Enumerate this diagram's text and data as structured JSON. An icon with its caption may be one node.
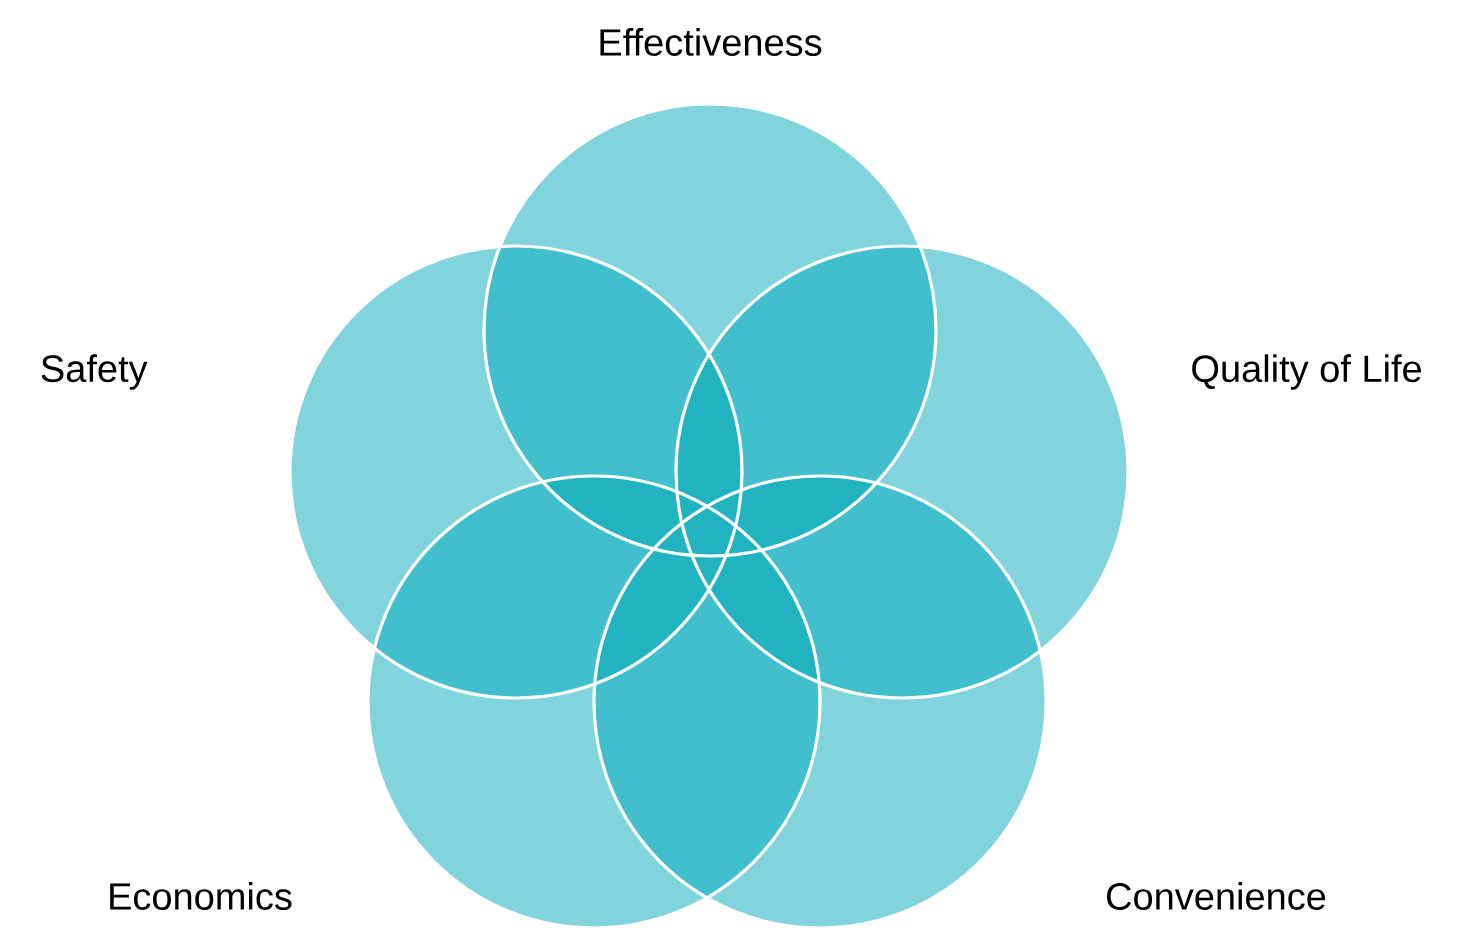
{
  "diagram": {
    "nodes": [
      {
        "text": [
          "Effectiveness"
        ]
      },
      {
        "text": [
          "Safety"
        ]
      },
      {
        "text": [
          "Quality of Life"
        ]
      },
      {
        "text": [
          "Economics"
        ]
      },
      {
        "text": [
          "Convenience"
        ]
      }
    ]
  }
}
